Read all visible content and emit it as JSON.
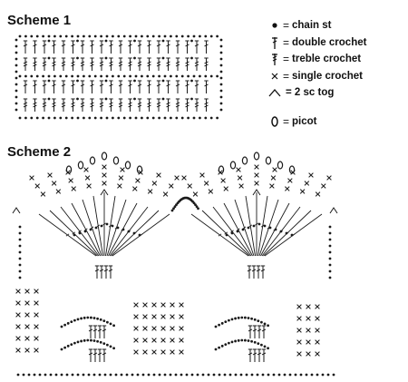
{
  "schemes": [
    {
      "title": "Scheme 1"
    },
    {
      "title": "Scheme 2"
    }
  ],
  "legend": {
    "items": [
      {
        "symbol": "chain-st-icon",
        "eq": "=",
        "label": "chain st"
      },
      {
        "symbol": "double-crochet-icon",
        "eq": "=",
        "label": "double crochet"
      },
      {
        "symbol": "treble-crochet-icon",
        "eq": "=",
        "label": "treble crochet"
      },
      {
        "symbol": "single-crochet-icon",
        "eq": "=",
        "label": "single crochet"
      },
      {
        "symbol": "two-sc-tog-icon",
        "eq": "",
        "label": "= 2 sc tog"
      },
      {
        "symbol": "picot-icon",
        "eq": "=",
        "label": "picot"
      }
    ]
  },
  "colors": {
    "ink": "#1a1a1a",
    "background": "#ffffff"
  }
}
